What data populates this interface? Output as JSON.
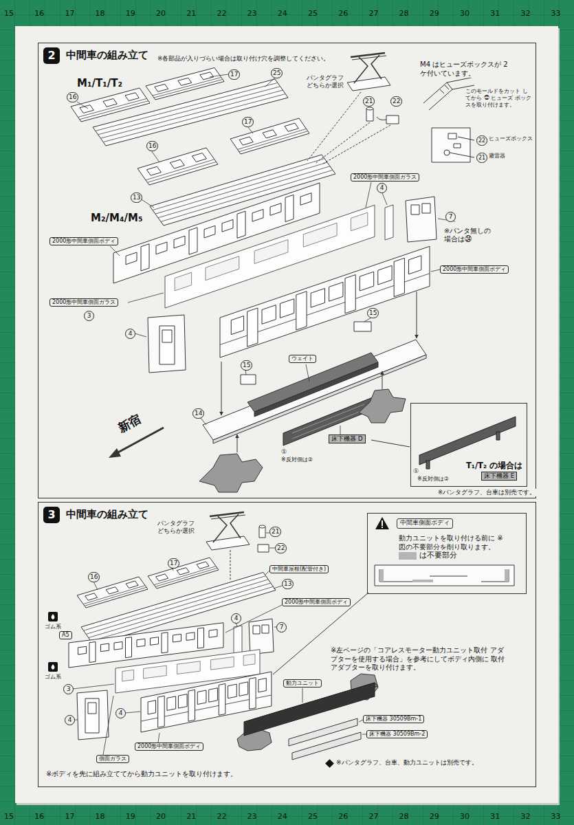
{
  "diagram": {
    "nodes": [
      {
        "text": [
          "中間車の組み立て"
        ]
      },
      {
        "text": [
          "2"
        ],
        "in": 0
      },
      {
        "text": [
          "T₁/T₂ の場合は"
        ],
        "in": 0
      },
      {
        "text": [
          "中間車の組み立て"
        ]
      },
      {
        "text": [
          "3"
        ],
        "in": 3
      },
      {
        "text": [
          "動力ユニットを取り付ける前に ※図の不要部分を削り取ります。"
        ],
        "in": 3
      },
      {
        "text": [
          "中間車側面ボディ"
        ],
        "in": 5
      }
    ],
    "labels": [
      "15",
      "16",
      "17",
      "18",
      "19",
      "20",
      "21",
      "22",
      "23",
      "24",
      "25",
      "26",
      "27",
      "28",
      "29",
      "30",
      "31",
      "32",
      "33",
      "15",
      "16",
      "17",
      "18",
      "19",
      "20",
      "21",
      "22",
      "23",
      "24",
      "25",
      "26",
      "27",
      "28",
      "29",
      "30",
      "31",
      "32",
      "33",
      "※各部品が入りづらい場合は取り付け穴を調整してください。",
      "M₁/T₁/T₂",
      "16",
      "17",
      "25",
      "パンタグラフ どちらか選択",
      "21",
      "22",
      "M4 はヒューズボックスが 2 ケ付いています。",
      "このモールドをカット してから ㉒ ヒューズ ボックスを取り付けます。",
      "17",
      "16",
      "22",
      "ヒューズボックス",
      "21",
      "避雷器",
      "2000形中間車側面ガラス",
      "4",
      "7",
      "※パンタ無しの 場合は㉔",
      "13",
      "M₂/M₄/M₅",
      "2000形中間車側面ボディ",
      "2000形中間車側面ボディ",
      "2000形中間車側面ガラス",
      "3",
      "4",
      "15",
      "ウェイト",
      "15",
      "14",
      "新宿",
      "床下機器 D",
      "①",
      "※反対側は②",
      "①",
      "※反対側は②",
      "床下機器 E",
      "※パンタグラフ、台車は別売です。",
      "パンタグラフ どちらか選択",
      "21",
      "22",
      "中間車屋根(配管付き)",
      "17",
      "16",
      "13",
      "2000形中間車側面ボディ",
      "ゴム系",
      "A5",
      "4",
      "7",
      "ゴム系",
      "3",
      "4",
      "4",
      "2000形中間車側面ボディ",
      "側面ガラス",
      "※左ページの「コアレスモーター動力ユニット取付 アダプターを使用する場合」を参考にしてボディ内側に 取付アダプターを取り付けます。",
      "動力ユニット",
      "床下機器 30509Bm-1",
      "床下機器 30509Bm-2",
      "※パンタグラフ、台車、動力ユニットは別売です。",
      "※ボディを先に組み立ててから動力ユニットを取り付けます。"
    ],
    "legend": [
      {
        "text": "は不要部分",
        "color": "#b5b5b5"
      }
    ]
  }
}
